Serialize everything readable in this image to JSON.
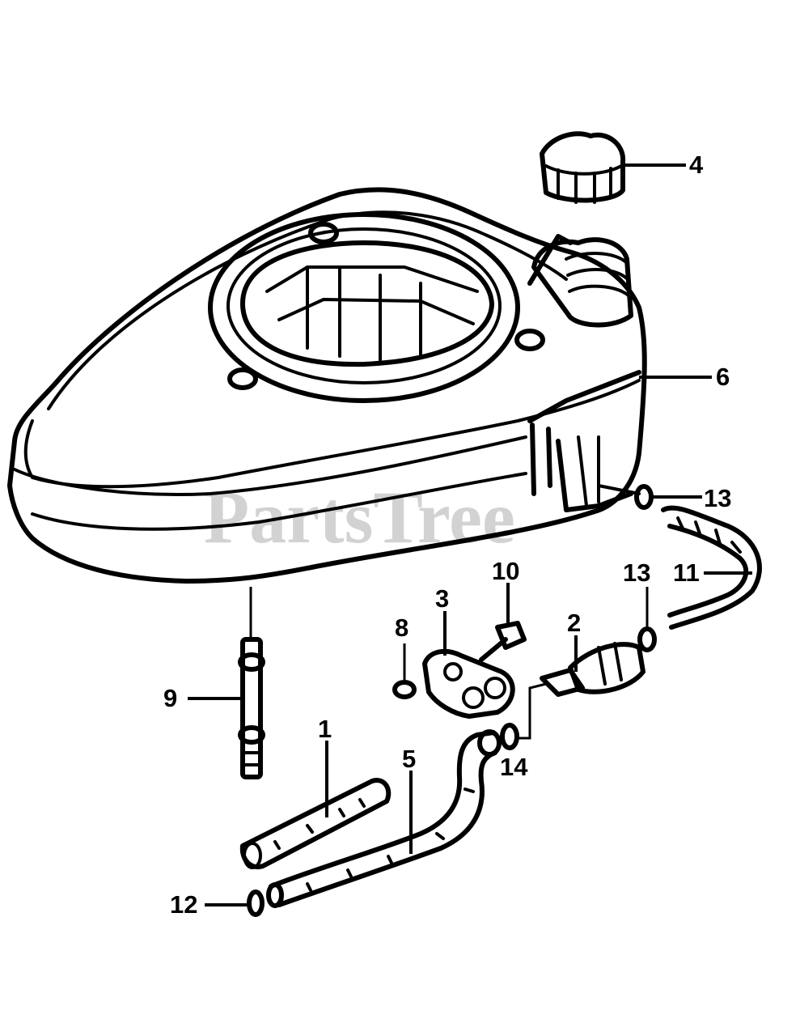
{
  "watermark": "PartsTree",
  "callouts": {
    "fuel_cap": "4",
    "fuel_tank": "6",
    "clamp_top": "13",
    "hose_top": "11",
    "clamp_right": "13",
    "screw": "10",
    "valve_body": "3",
    "nut": "8",
    "shutoff_valve": "2",
    "stud": "9",
    "hose_short": "1",
    "hose_bent": "5",
    "clamp_bottom": "14",
    "clamp_lower": "12"
  }
}
